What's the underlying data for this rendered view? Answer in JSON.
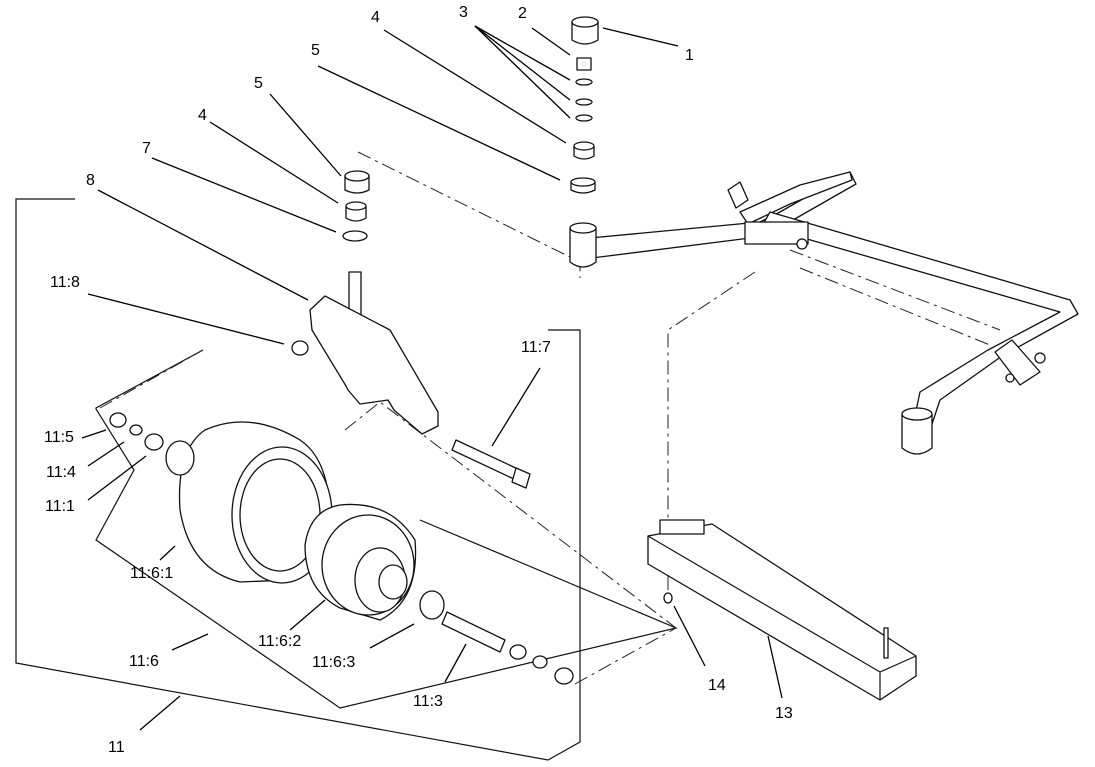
{
  "diagram": {
    "callouts": {
      "c1": "1",
      "c2": "2",
      "c3": "3",
      "c4a": "4",
      "c5a": "5",
      "c5b": "5",
      "c4b": "4",
      "c7": "7",
      "c8": "8",
      "c11_8": "11:8",
      "c11_7": "11:7",
      "c11_5": "11:5",
      "c11_4": "11:4",
      "c11_1": "11:1",
      "c11_6_1": "11:6:1",
      "c11_6_2": "11:6:2",
      "c11_6_3": "11:6:3",
      "c11_6": "11:6",
      "c11_3": "11:3",
      "c11": "11",
      "c14": "14",
      "c13": "13"
    }
  }
}
